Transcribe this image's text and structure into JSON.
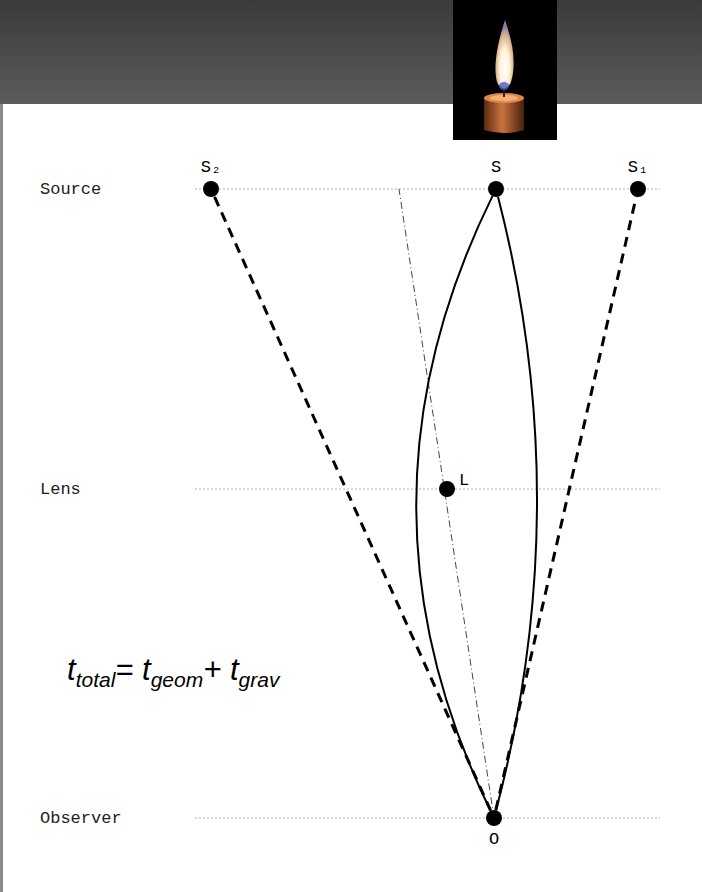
{
  "diagram": {
    "nodes": [
      {
        "text": [
          "S₂"
        ]
      },
      {
        "text": [
          "S"
        ]
      },
      {
        "text": [
          "S₁"
        ]
      },
      {
        "text": [
          "L"
        ]
      },
      {
        "text": [
          "O"
        ]
      }
    ],
    "edges": [
      {
        "from": 4,
        "to": 0,
        "arrow": "none"
      },
      {
        "from": 4,
        "to": 2,
        "arrow": "none"
      },
      {
        "from": 1,
        "to": 4,
        "arrow": "none"
      },
      {
        "from": 1,
        "to": 4,
        "arrow": "none"
      }
    ],
    "labels": [
      "Source",
      "Lens",
      "Observer",
      "t",
      "total",
      "= t",
      "geom",
      "+ t",
      "grav"
    ]
  }
}
